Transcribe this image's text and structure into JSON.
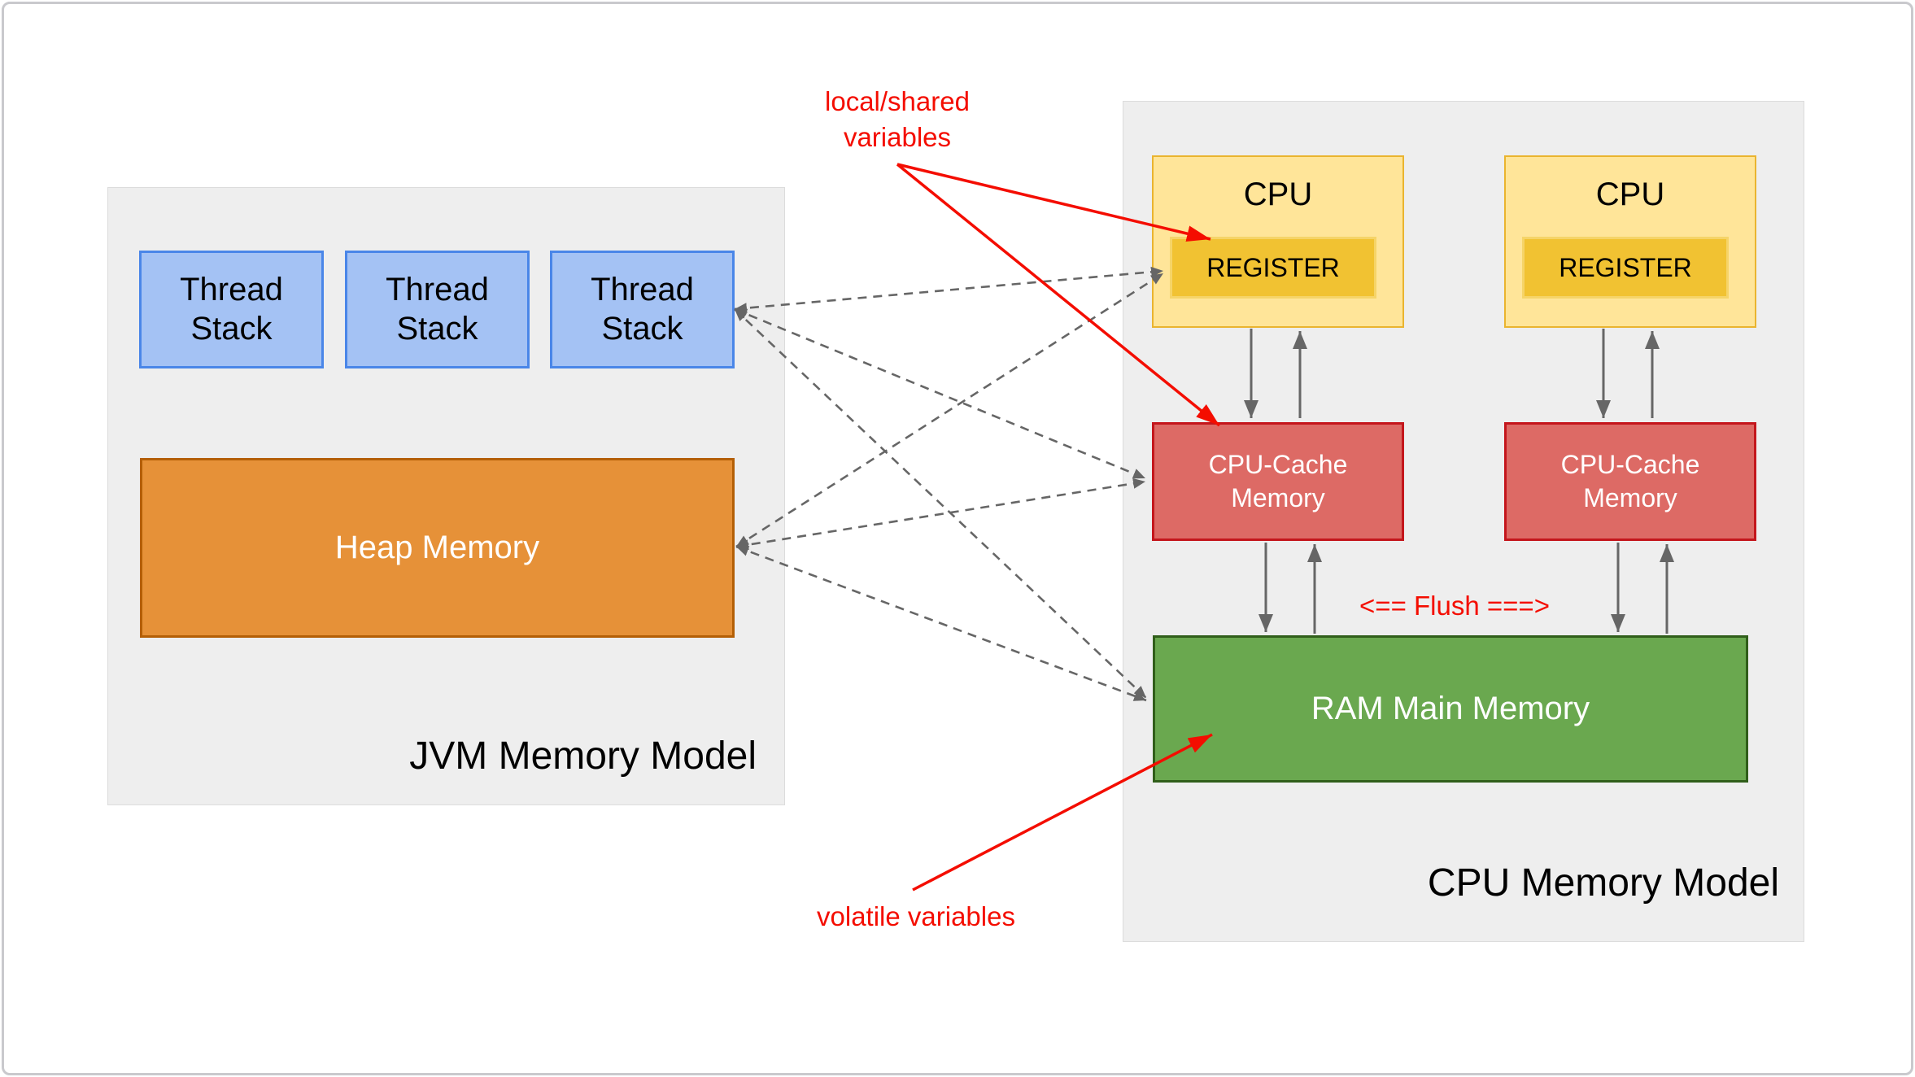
{
  "jvm": {
    "title": "JVM Memory Model",
    "thread_stacks": [
      "Thread Stack",
      "Thread Stack",
      "Thread Stack"
    ],
    "heap_label": "Heap Memory"
  },
  "cpu": {
    "title": "CPU Memory Model",
    "units": [
      {
        "cpu_label": "CPU",
        "register_label": "REGISTER",
        "cache_label": "CPU-Cache Memory"
      },
      {
        "cpu_label": "CPU",
        "register_label": "REGISTER",
        "cache_label": "CPU-Cache Memory"
      }
    ],
    "ram_label": "RAM Main Memory"
  },
  "annotations": {
    "local_shared_variables": "local/shared variables",
    "volatile_variables": "volatile variables",
    "flush": "<== Flush ===>"
  },
  "colors": {
    "thread_stack_fill": "#a4c2f4",
    "thread_stack_border": "#4a86e8",
    "heap_fill": "#e69138",
    "heap_border": "#b45f06",
    "cpu_fill": "#ffe599",
    "cpu_border": "#eab42f",
    "register_fill": "#f1c232",
    "register_border": "#f6d468",
    "cache_fill": "#dd6a65",
    "cache_border": "#c4161c",
    "ram_fill": "#6aa84f",
    "ram_border": "#305e1a",
    "container_fill": "#eeeeee",
    "container_border": "#dcdcdc",
    "annotation_red": "#f40d00",
    "connector_gray": "#666666"
  }
}
